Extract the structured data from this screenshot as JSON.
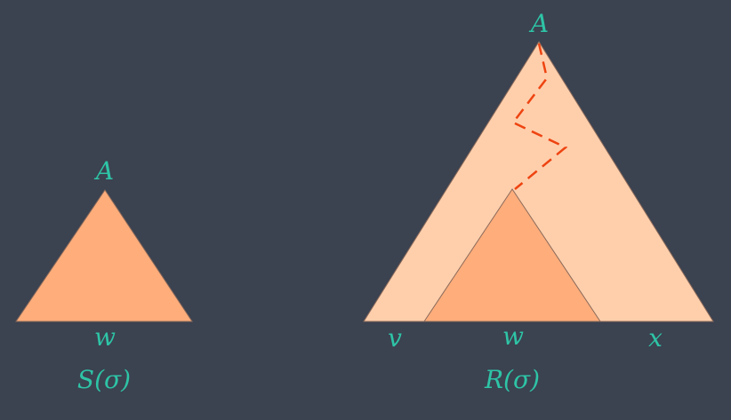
{
  "colors": {
    "background": "#3b4250",
    "label_teal": "#2ec4a6",
    "inner_triangle_fill": "#ffad7b",
    "outer_triangle_fill": "#ffcfac",
    "triangle_stroke": "#8a6a5a",
    "path_dashed": "#ee4411"
  },
  "left_tree": {
    "apex_label": "A",
    "base_label": "w",
    "caption": "S(σ)"
  },
  "right_tree": {
    "apex_label": "A",
    "base_left_label": "v",
    "base_mid_label": "w",
    "base_right_label": "x",
    "caption": "R(σ)"
  }
}
